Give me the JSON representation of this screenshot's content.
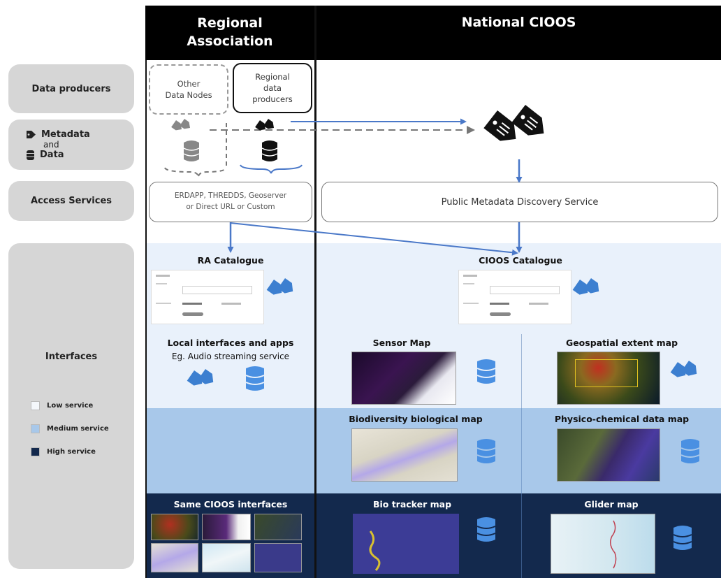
{
  "headers": {
    "regional": "Regional\nAssociation",
    "national": "National CIOOS"
  },
  "side_labels": {
    "data_producers": "Data producers",
    "metadata": "Metadata",
    "and": "and",
    "data": "Data",
    "access_services": "Access Services",
    "interfaces": "Interfaces"
  },
  "legend": [
    {
      "label": "Low service",
      "color": "#f4f7fb"
    },
    {
      "label": "Medium service",
      "color": "#a8c8ea"
    },
    {
      "label": "High service",
      "color": "#13294d"
    }
  ],
  "producers": {
    "other": "Other\nData Nodes",
    "regional": "Regional\ndata\nproducers"
  },
  "access": {
    "ra_services": "ERDAPP, THREDDS, Geoserver\nor Direct URL or Custom",
    "public_discovery": "Public Metadata Discovery Service"
  },
  "catalogues": {
    "ra": "RA Catalogue",
    "cioos": "CIOOS Catalogue"
  },
  "low": {
    "local_title": "Local interfaces and apps",
    "local_sub": "Eg. Audio streaming service",
    "sensor_map": "Sensor Map",
    "geo_map": "Geospatial extent map"
  },
  "medium": {
    "bio_map": "Biodiversity biological map",
    "physico_map": "Physico-chemical data map"
  },
  "high": {
    "same": "Same CIOOS interfaces",
    "biotracker": "Bio tracker map",
    "glider": "Glider map"
  },
  "colors": {
    "black": "#000000",
    "arrow_blue": "#4a78c8",
    "db_blue": "#4a90e2",
    "tag_blue": "#3c7fd0",
    "side_gray": "#d6d6d6",
    "low_band": "#e9f1fb",
    "medium_band": "#a8c8ea",
    "high_band": "#13294d"
  },
  "icons": [
    "tag-icon",
    "database-icon",
    "arrow-icon"
  ]
}
